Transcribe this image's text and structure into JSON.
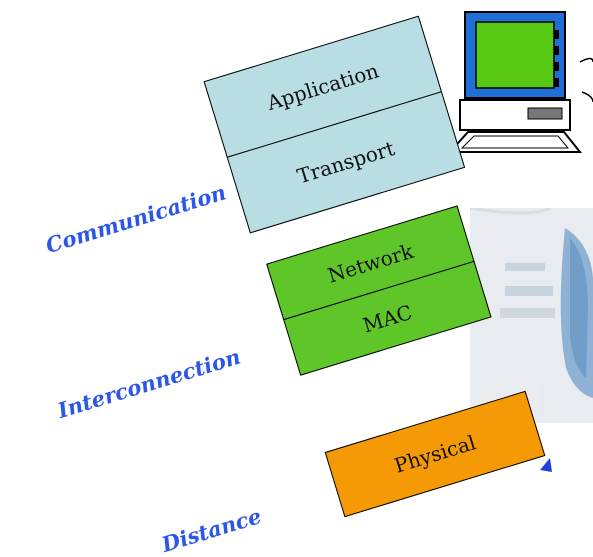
{
  "labels": {
    "communication": "Communication",
    "interconnection": "Interconnection",
    "distance": "Distance"
  },
  "layers": {
    "application": "Application",
    "transport": "Transport",
    "network": "Network",
    "mac": "MAC",
    "physical": "Physical"
  },
  "colors": {
    "upper_layers": "#b8dde3",
    "middle_layers": "#5fc62a",
    "physical_layer": "#f59a05",
    "tag_text": "#2b56e8"
  }
}
